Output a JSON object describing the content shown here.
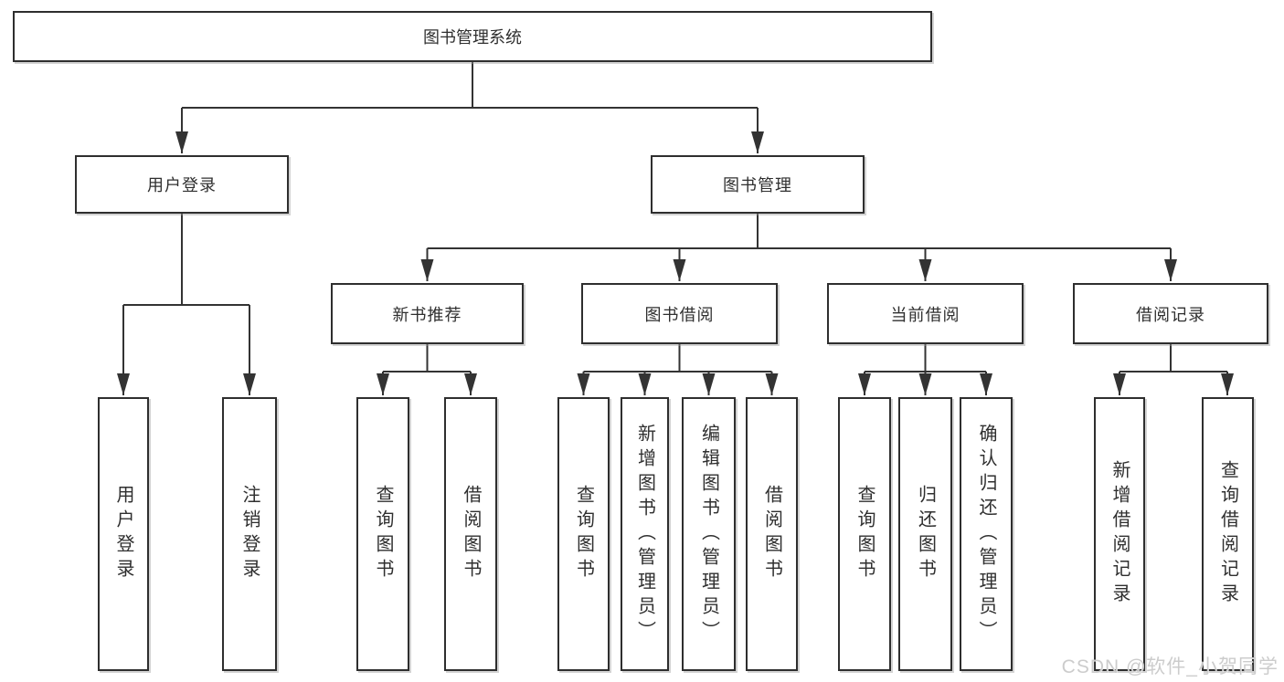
{
  "root": {
    "label": "图书管理系统"
  },
  "branches": [
    {
      "label": "用户登录",
      "children": [
        {
          "label": "用户登录"
        },
        {
          "label": "注销登录"
        }
      ]
    },
    {
      "label": "图书管理",
      "children": [
        {
          "label": "新书推荐",
          "children": [
            {
              "label": "查询图书"
            },
            {
              "label": "借阅图书"
            }
          ]
        },
        {
          "label": "图书借阅",
          "children": [
            {
              "label": "查询图书"
            },
            {
              "label": "新增图书（管理员）"
            },
            {
              "label": "编辑图书（管理员）"
            },
            {
              "label": "借阅图书"
            }
          ]
        },
        {
          "label": "当前借阅",
          "children": [
            {
              "label": "查询图书"
            },
            {
              "label": "归还图书"
            },
            {
              "label": "确认归还（管理员）"
            }
          ]
        },
        {
          "label": "借阅记录",
          "children": [
            {
              "label": "新增借阅记录"
            },
            {
              "label": "查询借阅记录"
            }
          ]
        }
      ]
    }
  ],
  "watermark": "CSDN @软件_小贺同学",
  "colors": {
    "line": "#333333",
    "text": "#2f2f2f",
    "watermark": "#c9c9c9",
    "background": "#ffffff"
  }
}
